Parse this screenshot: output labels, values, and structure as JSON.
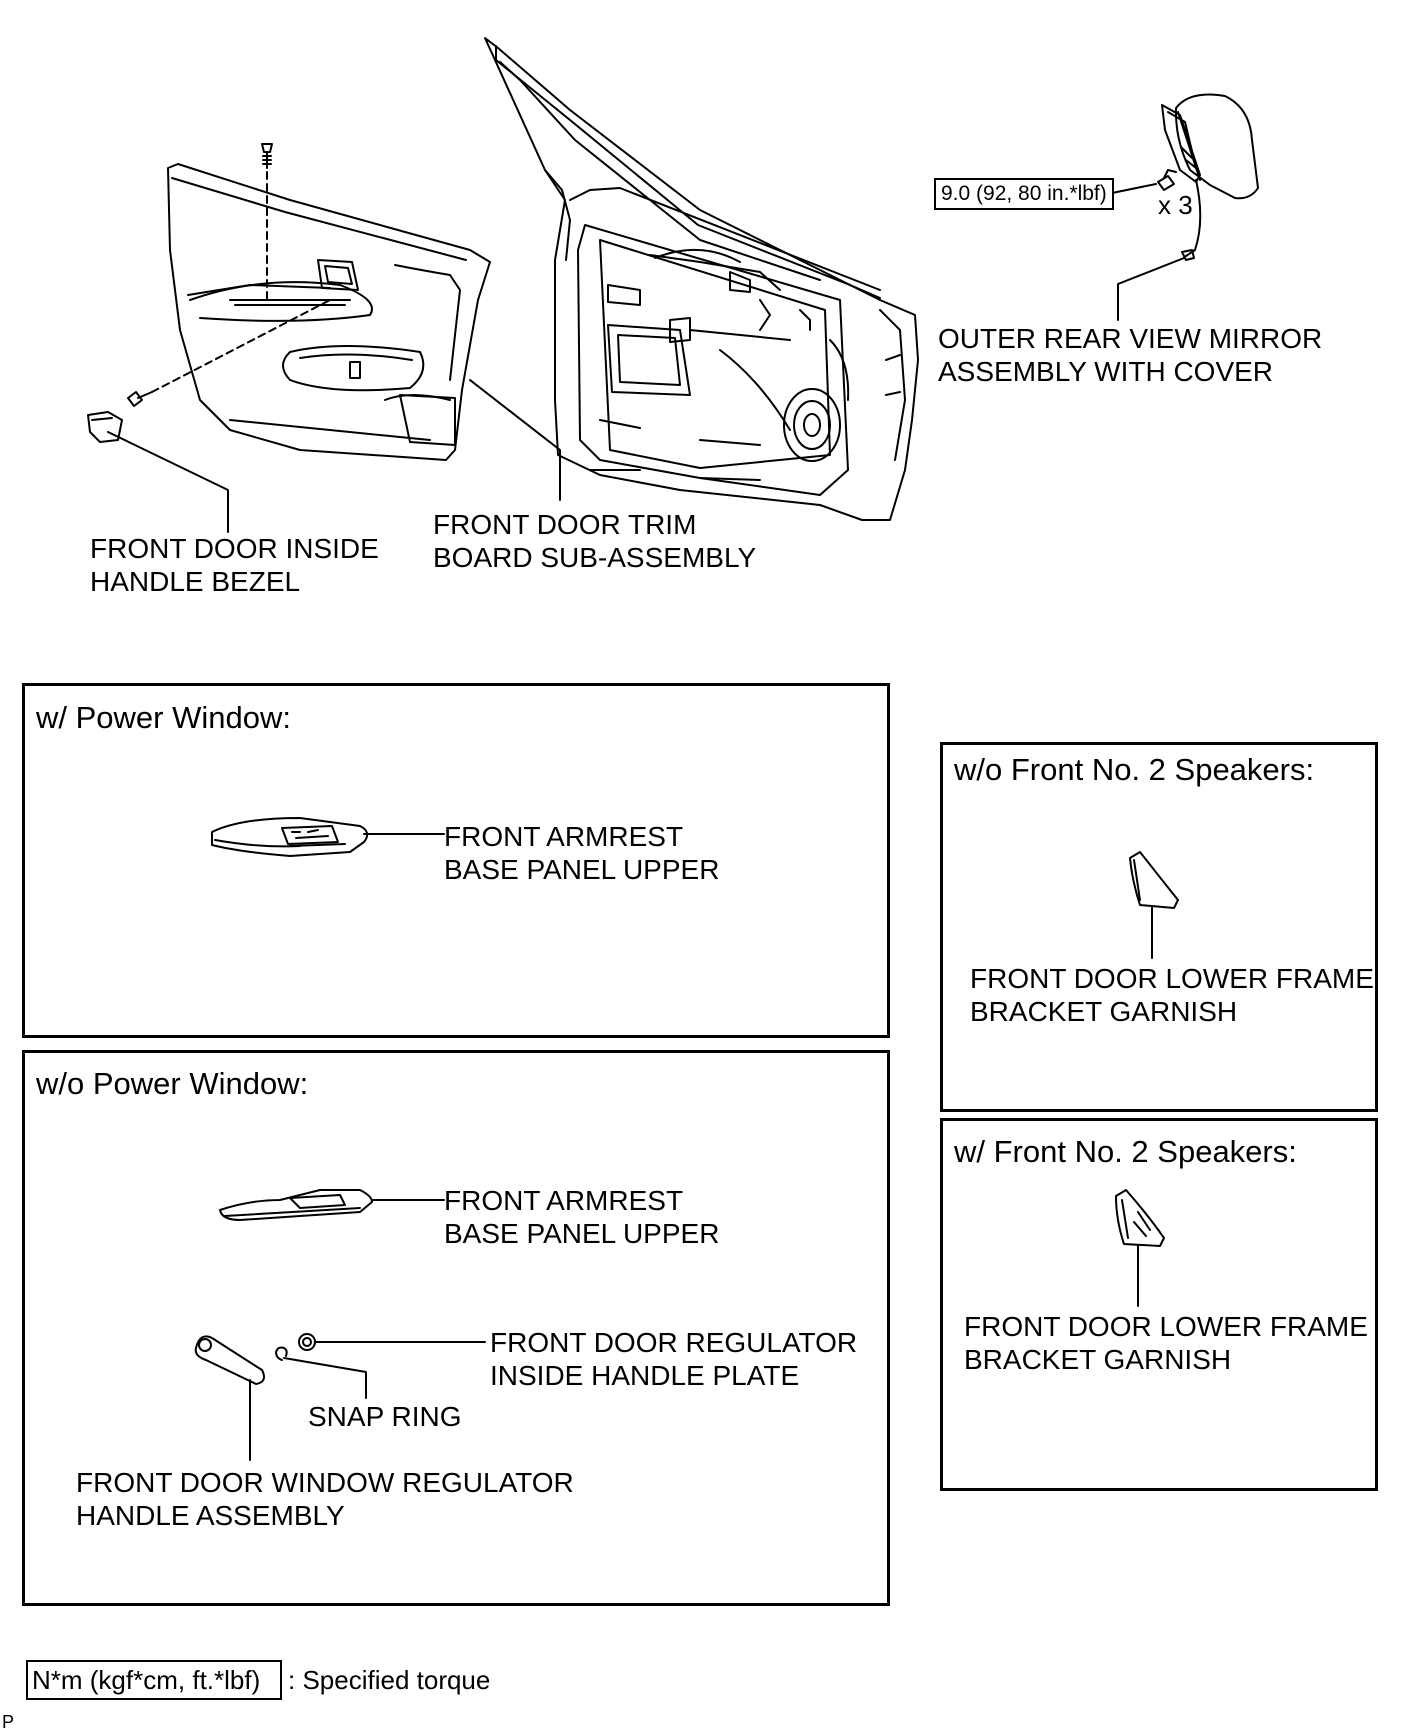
{
  "labels": {
    "inside_handle_bezel": [
      "FRONT DOOR INSIDE",
      "HANDLE BEZEL"
    ],
    "trim_board": [
      "FRONT DOOR TRIM",
      "BOARD SUB-ASSEMBLY"
    ],
    "mirror": [
      "OUTER REAR VIEW MIRROR",
      "ASSEMBLY WITH COVER"
    ],
    "mirror_torque": "9.0 (92, 80 in.*lbf)",
    "mirror_qty": "x 3",
    "armrest_pw": [
      "FRONT ARMREST",
      "BASE PANEL UPPER"
    ],
    "armrest_nopw": [
      "FRONT ARMREST",
      "BASE PANEL UPPER"
    ],
    "regulator_plate": [
      "FRONT DOOR REGULATOR",
      "INSIDE HANDLE PLATE"
    ],
    "snap_ring": "SNAP RING",
    "window_handle": [
      "FRONT DOOR WINDOW REGULATOR",
      "HANDLE ASSEMBLY"
    ],
    "garnish_no_spk": [
      "FRONT DOOR LOWER FRAME",
      "BRACKET GARNISH"
    ],
    "garnish_spk": [
      "FRONT DOOR LOWER FRAME",
      "BRACKET GARNISH"
    ]
  },
  "panels": {
    "power_window": "w/ Power Window:",
    "no_power_window": "w/o Power Window:",
    "no_speakers": "w/o Front No. 2 Speakers:",
    "speakers": "w/ Front No. 2 Speakers:"
  },
  "legend": {
    "unit": "N*m (kgf*cm, ft.*lbf)",
    "text": ": Specified torque"
  },
  "footer_mark": "P"
}
